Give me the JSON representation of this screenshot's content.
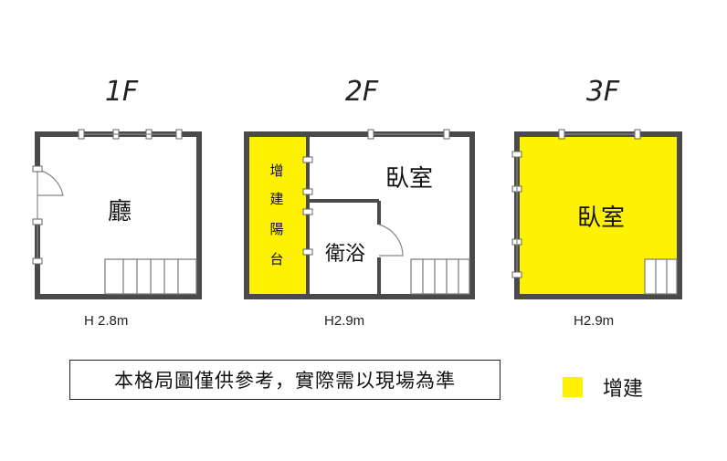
{
  "colors": {
    "addition": "#FFF200",
    "wall": "#4a4a4a"
  },
  "floors": [
    {
      "label": "1F",
      "height": "H 2.8m",
      "rooms": [
        {
          "name": "廳"
        }
      ]
    },
    {
      "label": "2F",
      "height": "H2.9m",
      "rooms": [
        {
          "name": "臥室"
        },
        {
          "name": "衛浴"
        },
        {
          "name": "增建陽台",
          "chars": [
            "增",
            "建",
            "陽",
            "台"
          ]
        }
      ]
    },
    {
      "label": "3F",
      "height": "H2.9m",
      "rooms": [
        {
          "name": "臥室"
        }
      ]
    }
  ],
  "note": "本格局圖僅供參考，實際需以現場為準",
  "legend": {
    "label": "增建"
  }
}
